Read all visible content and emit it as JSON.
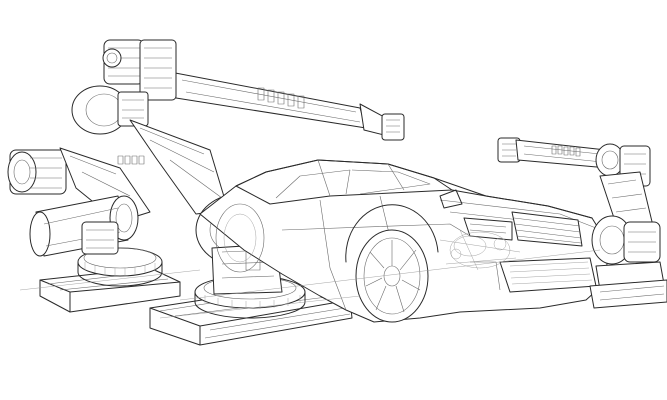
{
  "image": {
    "kind": "technical line drawing",
    "palette": {
      "background": "#ffffff",
      "ink": "#2a2a2a",
      "thin_ink": "#6a6a6a",
      "faint_ink": "#9a9a9a"
    },
    "objects": [
      "robot-arm-left",
      "robot-arm-right",
      "sedan-car",
      "turntable-platform"
    ]
  }
}
